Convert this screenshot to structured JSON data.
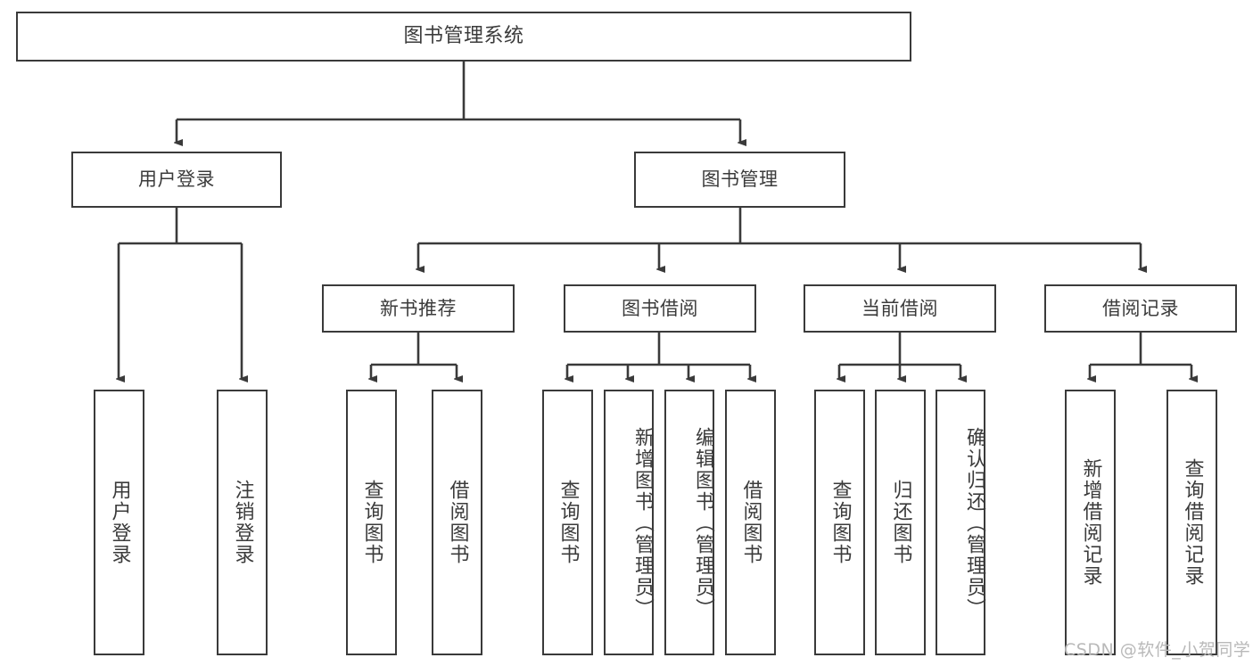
{
  "diagram": {
    "title": "图书管理系统",
    "type": "tree-hierarchy-diagram",
    "root": {
      "label": "图书管理系统"
    },
    "level2": [
      {
        "label": "用户登录"
      },
      {
        "label": "图书管理"
      }
    ],
    "level3": [
      {
        "label": "新书推荐"
      },
      {
        "label": "图书借阅"
      },
      {
        "label": "当前借阅"
      },
      {
        "label": "借阅记录"
      }
    ],
    "leaves": {
      "user_login": [
        {
          "label": "用户登录"
        },
        {
          "label": "注销登录"
        }
      ],
      "new_book_recommend": [
        {
          "label": "查询图书"
        },
        {
          "label": "借阅图书"
        }
      ],
      "book_borrow": [
        {
          "label": "查询图书"
        },
        {
          "label": "新增图书（管理员）"
        },
        {
          "label": "编辑图书（管理员）"
        },
        {
          "label": "借阅图书"
        }
      ],
      "current_borrow": [
        {
          "label": "查询图书"
        },
        {
          "label": "归还图书"
        },
        {
          "label": "确认归还（管理员）"
        }
      ],
      "borrow_record": [
        {
          "label": "新增借阅记录"
        },
        {
          "label": "查询借阅记录"
        }
      ]
    }
  },
  "watermark": {
    "text": "CSDN @软件_小贺同学"
  },
  "colors": {
    "border": "#3a3a3a",
    "text": "#3b3b3b",
    "background": "#ffffff",
    "watermark": "#b9b9b9"
  }
}
